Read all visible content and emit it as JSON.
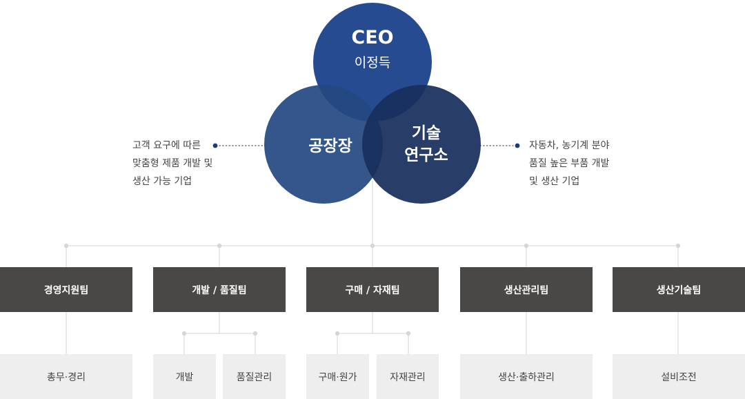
{
  "ceo": {
    "title": "CEO",
    "name": "이정득"
  },
  "factory": {
    "label": "공장장"
  },
  "lab": {
    "line1": "기술",
    "line2": "연구소"
  },
  "left_desc": [
    "고객 요구에 따른",
    "맞춤형 제품 개발 및",
    "생산 가능 기업"
  ],
  "right_desc": [
    "자동차, 농기계 분야",
    "품질 높은 부품 개발",
    "및 생산 기업"
  ],
  "teams": [
    {
      "label": "경영지원팀",
      "subs": [
        "총무·경리"
      ]
    },
    {
      "label": "개발 / 품질팀",
      "subs": [
        "개발",
        "품질관리"
      ]
    },
    {
      "label": "구매 / 자재팀",
      "subs": [
        "구매·원가",
        "자재관리"
      ]
    },
    {
      "label": "생산관리팀",
      "subs": [
        "생산·출하관리"
      ]
    },
    {
      "label": "생산기술팀",
      "subs": [
        "설비조전"
      ]
    }
  ],
  "colors": {
    "ceo_circle": "#1e448c",
    "factory_circle": "#244880",
    "lab_circle": "#182f5c",
    "team_box": "#4a4846",
    "sub_box": "#eeeeee",
    "connector": "#d6d6d6"
  }
}
